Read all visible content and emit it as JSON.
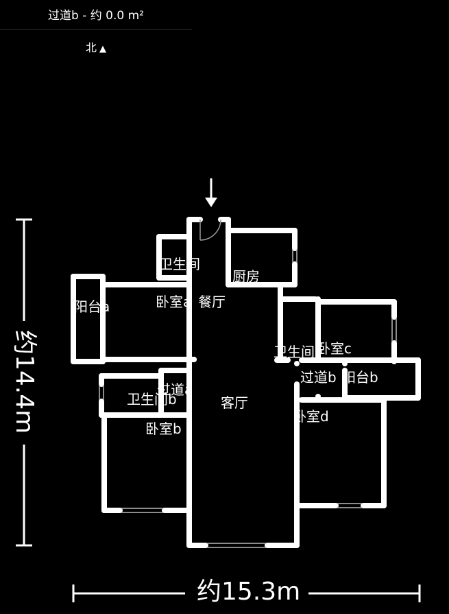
{
  "header": {
    "title": "过道b - 约 0.0 m²",
    "north_label": "北",
    "north_arrow": "▲"
  },
  "dimensions": {
    "width": "约15.3m",
    "height": "约14.4m"
  },
  "rooms": {
    "bathroom_a": "卫生间",
    "kitchen": "厨房",
    "balcony_a": "阳台a",
    "bedroom_a": "卧室a",
    "dining": "餐厅",
    "bathroom_c": "卫生间",
    "bedroom_c": "卧室c",
    "corridor_a": "过道a",
    "bathroom_b": "卫生间b",
    "living": "客厅",
    "corridor_b": "过道b",
    "balcony_b": "阳台b",
    "bedroom_b": "卧室b",
    "bedroom_d": "卧室d"
  }
}
